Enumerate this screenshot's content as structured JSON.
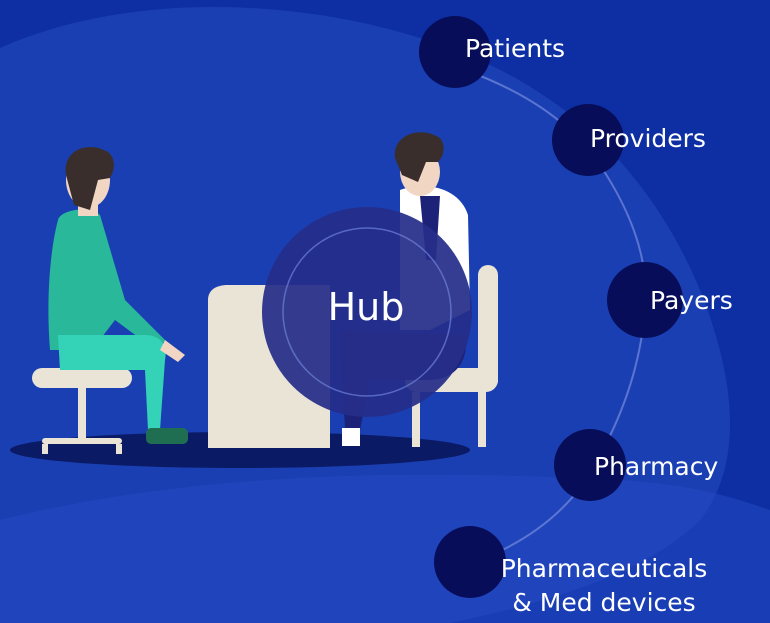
{
  "colors": {
    "background": "#0d2fa3",
    "band": "#1a3fb3",
    "node": "#070d58",
    "hub": "#262e8a",
    "connector": "#6d82d8",
    "skin": "#f0d6c3",
    "hair": "#3a2e2c",
    "patient_shirt": "#2ab89a",
    "patient_pants": "#34d3b8",
    "doctor_coat": "#ffffff",
    "doctor_pants": "#1b2277",
    "chair": "#eae4d6",
    "shadow": "#0a1a64"
  },
  "hub": {
    "label": "Hub"
  },
  "stakeholders": [
    {
      "id": "patients",
      "label": "Patients"
    },
    {
      "id": "providers",
      "label": "Providers"
    },
    {
      "id": "payers",
      "label": "Payers"
    },
    {
      "id": "pharmacy",
      "label": "Pharmacy"
    },
    {
      "id": "pharmaceuticals",
      "label_line1": "Pharmaceuticals",
      "label_line2": "& Med devices"
    }
  ],
  "illustration": {
    "scene": "consultation",
    "icons": [
      "patient-figure",
      "doctor-figure",
      "desk",
      "chair"
    ]
  }
}
